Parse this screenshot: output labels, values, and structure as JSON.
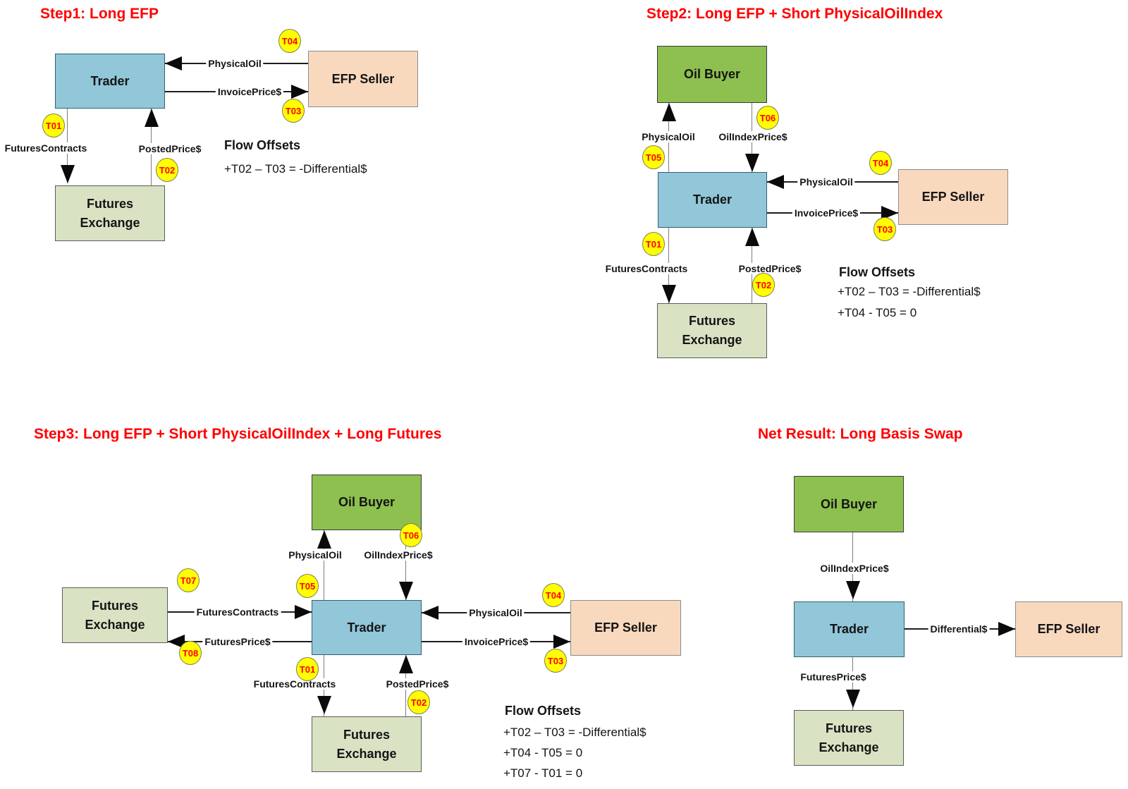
{
  "colors": {
    "title_red": "#FF0000",
    "trader_fill": "#92C6D9",
    "oil_buyer_fill": "#8DC04F",
    "efp_seller_fill": "#F9D9BE",
    "futures_exchange_fill": "#D9E2C3",
    "badge_fill": "#FFFF00",
    "badge_text": "#FF0000"
  },
  "step1": {
    "title": "Step1: Long EFP",
    "boxes": {
      "trader": "Trader",
      "efp_seller": "EFP Seller",
      "futures_exchange": "Futures\nExchange"
    },
    "flows": {
      "physical_oil": "PhysicalOil",
      "invoice_price": "InvoicePrice$",
      "futures_contracts": "FuturesContracts",
      "posted_price": "PostedPrice$"
    },
    "badges": {
      "t01": "T01",
      "t02": "T02",
      "t03": "T03",
      "t04": "T04"
    },
    "offsets": {
      "heading": "Flow Offsets",
      "line1": "+T02 – T03 = -Differential$"
    }
  },
  "step2": {
    "title": "Step2: Long EFP + Short PhysicalOilIndex",
    "boxes": {
      "oil_buyer": "Oil Buyer",
      "trader": "Trader",
      "efp_seller": "EFP Seller",
      "futures_exchange": "Futures\nExchange"
    },
    "flows": {
      "physical_oil_up": "PhysicalOil",
      "oil_index_price": "OilIndexPrice$",
      "physical_oil": "PhysicalOil",
      "invoice_price": "InvoicePrice$",
      "futures_contracts": "FuturesContracts",
      "posted_price": "PostedPrice$"
    },
    "badges": {
      "t01": "T01",
      "t02": "T02",
      "t03": "T03",
      "t04": "T04",
      "t05": "T05",
      "t06": "T06"
    },
    "offsets": {
      "heading": "Flow Offsets",
      "line1": "+T02 – T03 = -Differential$",
      "line2": "+T04 - T05 = 0"
    }
  },
  "step3": {
    "title": "Step3: Long EFP + Short PhysicalOilIndex + Long Futures",
    "boxes": {
      "oil_buyer": "Oil Buyer",
      "trader": "Trader",
      "efp_seller": "EFP Seller",
      "futures_exchange_left": "Futures\nExchange",
      "futures_exchange_bottom": "Futures\nExchange"
    },
    "flows": {
      "physical_oil_up": "PhysicalOil",
      "oil_index_price": "OilIndexPrice$",
      "futures_contracts_left": "FuturesContracts",
      "futures_price": "FuturesPrice$",
      "physical_oil": "PhysicalOil",
      "invoice_price": "InvoicePrice$",
      "futures_contracts_down": "FuturesContracts",
      "posted_price": "PostedPrice$"
    },
    "badges": {
      "t01": "T01",
      "t02": "T02",
      "t03": "T03",
      "t04": "T04",
      "t05": "T05",
      "t06": "T06",
      "t07": "T07",
      "t08": "T08"
    },
    "offsets": {
      "heading": "Flow Offsets",
      "line1": "+T02 – T03 = -Differential$",
      "line2": "+T04 - T05 = 0",
      "line3": "+T07 - T01 = 0"
    }
  },
  "net_result": {
    "title": "Net Result: Long Basis Swap",
    "boxes": {
      "oil_buyer": "Oil Buyer",
      "trader": "Trader",
      "efp_seller": "EFP Seller",
      "futures_exchange": "Futures\nExchange"
    },
    "flows": {
      "oil_index_price": "OilIndexPrice$",
      "differential": "Differential$",
      "futures_price": "FuturesPrice$"
    }
  }
}
